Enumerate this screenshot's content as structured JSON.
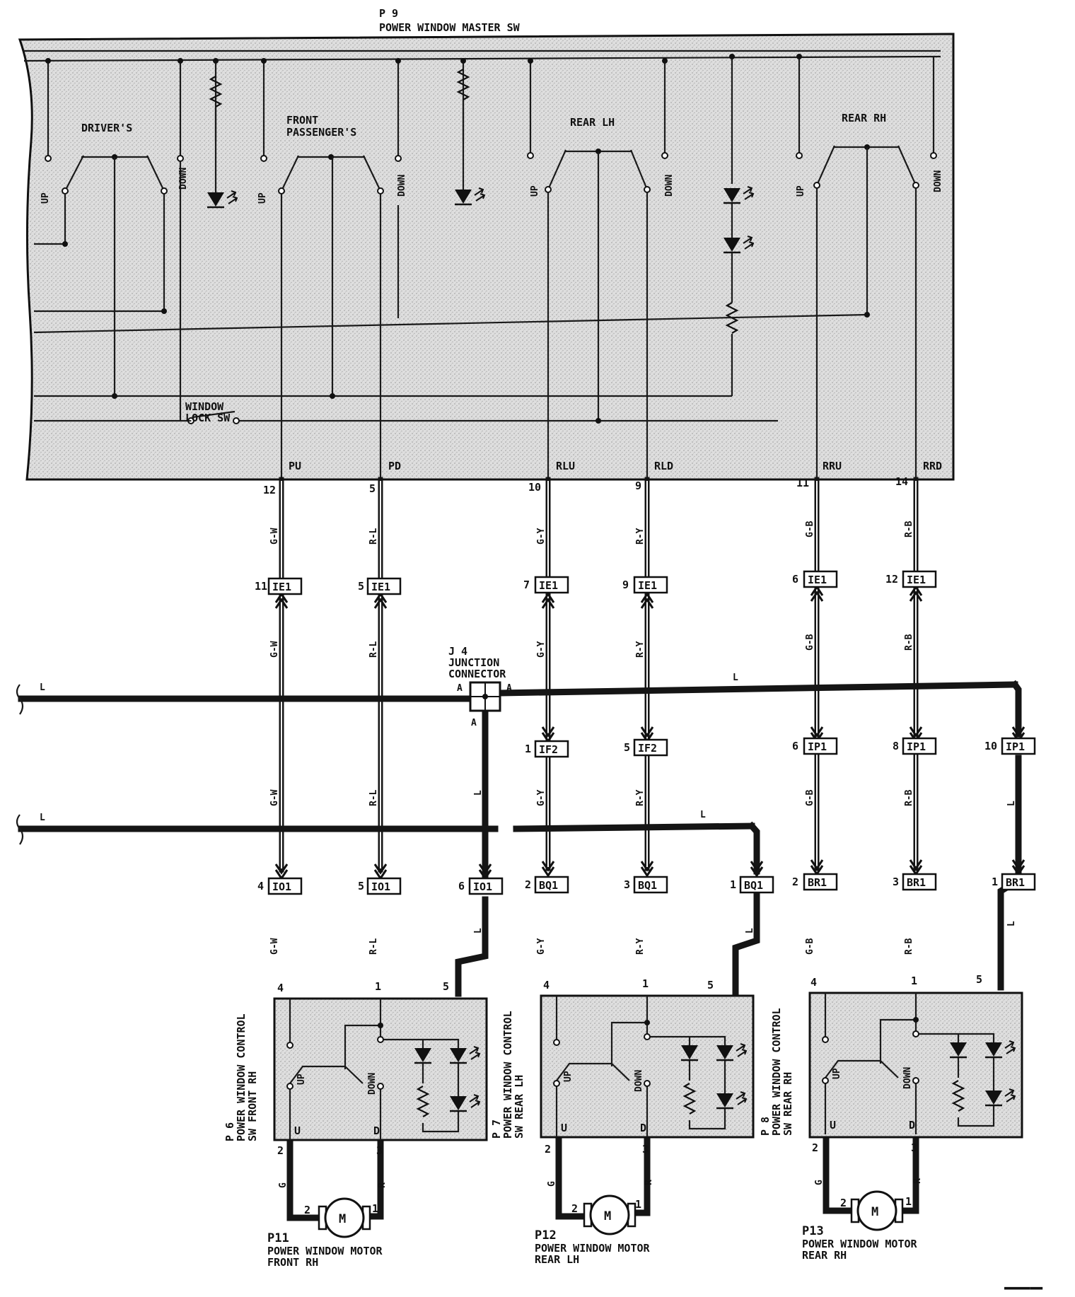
{
  "colors": {
    "ink": "#151515",
    "panel_fill": "#dcdcdc",
    "paper": "#ffffff"
  },
  "master_sw": {
    "code": "P 9",
    "name": "POWER WINDOW MASTER SW",
    "sections": {
      "driver": "DRIVER'S",
      "front": "FRONT",
      "front2": "PASSENGER'S",
      "rear_lh": "REAR LH",
      "rear_rh": "REAR RH"
    },
    "up": "UP",
    "down": "DOWN",
    "lock_sw_1": "WINDOW",
    "lock_sw_2": "LOCK SW",
    "terminals": {
      "pu": "PU",
      "pd": "PD",
      "rlu": "RLU",
      "rld": "RLD",
      "rru": "RRU",
      "rrd": "RRD"
    }
  },
  "junction": {
    "code": "J 4",
    "name1": "JUNCTION",
    "name2": "CONNECTOR",
    "pin_a": "A"
  },
  "wire_colors": {
    "gw": "G-W",
    "rl": "R-L",
    "gy": "G-Y",
    "ry": "R-Y",
    "gb": "G-B",
    "rb": "R-B",
    "l": "L",
    "g": "G",
    "r": "R"
  },
  "connectors": {
    "ie1": "IE1",
    "if2": "IF2",
    "ip1": "IP1",
    "io1": "IO1",
    "bq1": "BQ1",
    "br1": "BR1"
  },
  "pins": {
    "p12": "12",
    "p5": "5",
    "p10": "10",
    "p9": "9",
    "p11": "11",
    "p14": "14",
    "ie_11": "11",
    "ie_5": "5",
    "ie_7": "7",
    "ie_9": "9",
    "ie_6": "6",
    "ie_12": "12",
    "if_1": "1",
    "if_5": "5",
    "ip_6": "6",
    "ip_8": "8",
    "ip_10": "10",
    "io_4": "4",
    "io_5": "5",
    "io_6": "6",
    "bq_2": "2",
    "bq_3": "3",
    "bq_1": "1",
    "br_2": "2",
    "br_3": "3",
    "br_1": "1",
    "sw_4": "4",
    "sw_1": "1",
    "sw_5": "5",
    "sw_2": "2",
    "sw_3": "3",
    "m_2": "2",
    "m_1": "1"
  },
  "sub_switches": [
    {
      "code": "P 6",
      "line1": "POWER WINDOW CONTROL",
      "line2": "SW FRONT RH"
    },
    {
      "code": "P 7",
      "line1": "POWER WINDOW CONTROL",
      "line2": "SW REAR LH"
    },
    {
      "code": "P 8",
      "line1": "POWER WINDOW CONTROL",
      "line2": "SW REAR RH"
    }
  ],
  "sw_terms": {
    "u": "U",
    "d": "D"
  },
  "motors": [
    {
      "code": "P11",
      "line1": "POWER WINDOW MOTOR",
      "line2": "FRONT RH",
      "symbol": "M"
    },
    {
      "code": "P12",
      "line1": "POWER WINDOW MOTOR",
      "line2": "REAR LH",
      "symbol": "M"
    },
    {
      "code": "P13",
      "line1": "POWER WINDOW MOTOR",
      "line2": "REAR RH",
      "symbol": "M"
    }
  ]
}
